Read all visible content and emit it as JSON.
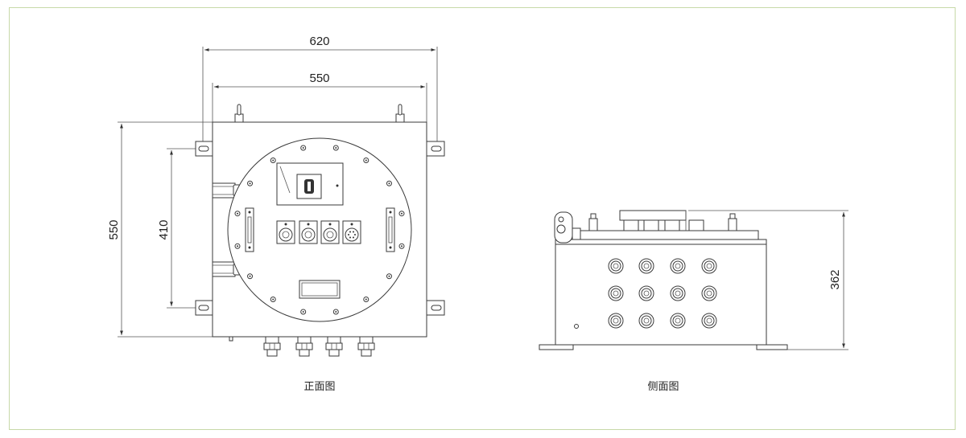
{
  "front_view": {
    "caption": "正面图",
    "dim_outer_width": "620",
    "dim_inner_width": "550",
    "dim_height": "550",
    "dim_mount_height": "410"
  },
  "side_view": {
    "caption": "侧面图",
    "dim_height": "362"
  },
  "colors": {
    "frame_border": "#c7d9a8",
    "line": "#3a3a3a"
  }
}
